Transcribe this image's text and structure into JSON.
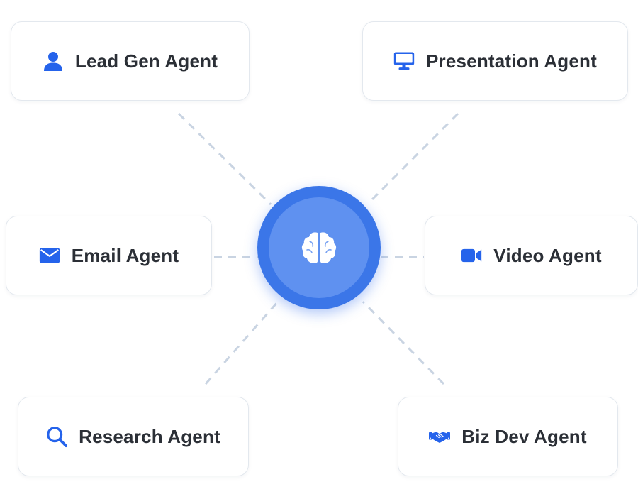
{
  "hub": {
    "icon": "brain-icon"
  },
  "agents": [
    {
      "id": "leadgen",
      "label": "Lead Gen Agent",
      "icon": "user-icon"
    },
    {
      "id": "presentation",
      "label": "Presentation Agent",
      "icon": "monitor-icon"
    },
    {
      "id": "email",
      "label": "Email Agent",
      "icon": "envelope-icon"
    },
    {
      "id": "video",
      "label": "Video Agent",
      "icon": "video-camera-icon"
    },
    {
      "id": "research",
      "label": "Research Agent",
      "icon": "search-icon"
    },
    {
      "id": "bizdev",
      "label": "Biz Dev Agent",
      "icon": "handshake-icon"
    }
  ],
  "colors": {
    "accent": "#2563eb",
    "hub_outer": "#3b76e8",
    "hub_inner": "#5f91f0",
    "connector": "#c9d4e2",
    "card_border": "#e3e8ee",
    "text": "#2b2f36"
  }
}
